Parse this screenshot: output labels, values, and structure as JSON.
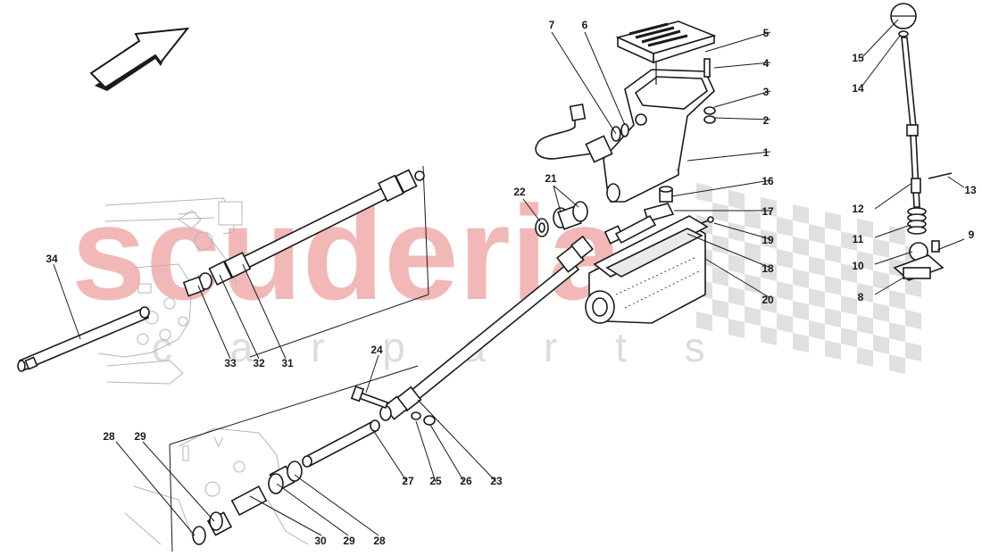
{
  "watermark": {
    "brand": "scuderia",
    "sub": "c a r   p a r t s",
    "brand_color": "#f2b8b8",
    "sub_color": "#dcdcdc",
    "checker_color": "#d6d6d6"
  },
  "orientation_arrow": {
    "icon": "direction-arrow-icon"
  },
  "callouts": [
    {
      "id": "c1",
      "label": "1"
    },
    {
      "id": "c2",
      "label": "2"
    },
    {
      "id": "c3",
      "label": "3"
    },
    {
      "id": "c4",
      "label": "4"
    },
    {
      "id": "c5",
      "label": "5"
    },
    {
      "id": "c6",
      "label": "6"
    },
    {
      "id": "c7",
      "label": "7"
    },
    {
      "id": "c8",
      "label": "8"
    },
    {
      "id": "c9",
      "label": "9"
    },
    {
      "id": "c10",
      "label": "10"
    },
    {
      "id": "c11",
      "label": "11"
    },
    {
      "id": "c12",
      "label": "12"
    },
    {
      "id": "c13",
      "label": "13"
    },
    {
      "id": "c14",
      "label": "14"
    },
    {
      "id": "c15",
      "label": "15"
    },
    {
      "id": "c16",
      "label": "16"
    },
    {
      "id": "c17",
      "label": "17"
    },
    {
      "id": "c18",
      "label": "18"
    },
    {
      "id": "c19",
      "label": "19"
    },
    {
      "id": "c20",
      "label": "20"
    },
    {
      "id": "c21",
      "label": "21"
    },
    {
      "id": "c22",
      "label": "22"
    },
    {
      "id": "c23",
      "label": "23"
    },
    {
      "id": "c24",
      "label": "24"
    },
    {
      "id": "c25",
      "label": "25"
    },
    {
      "id": "c26",
      "label": "26"
    },
    {
      "id": "c27",
      "label": "27"
    },
    {
      "id": "c28a",
      "label": "28"
    },
    {
      "id": "c28b",
      "label": "28"
    },
    {
      "id": "c29a",
      "label": "29"
    },
    {
      "id": "c29b",
      "label": "29"
    },
    {
      "id": "c30",
      "label": "30"
    },
    {
      "id": "c31",
      "label": "31"
    },
    {
      "id": "c32",
      "label": "32"
    },
    {
      "id": "c33",
      "label": "33"
    },
    {
      "id": "c34",
      "label": "34"
    }
  ]
}
